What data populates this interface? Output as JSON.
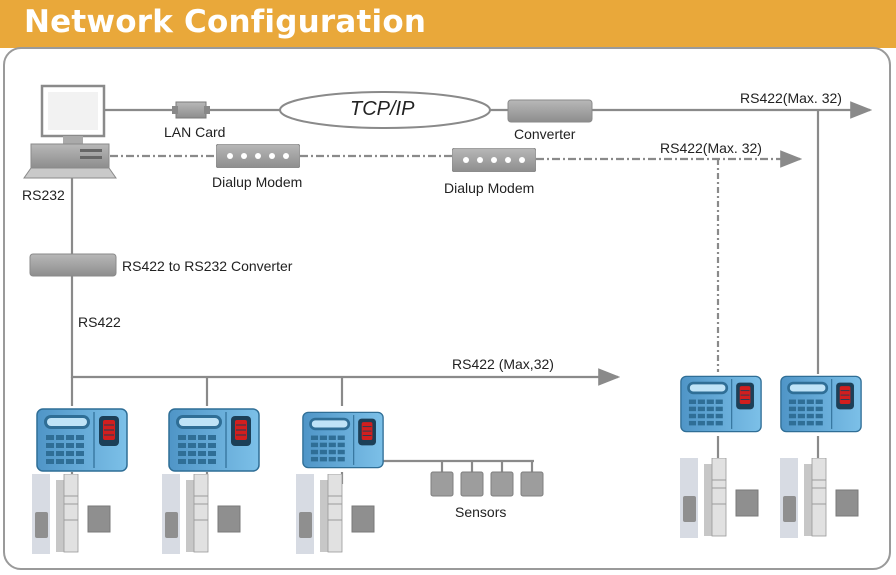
{
  "title": "Network Configuration",
  "labels": {
    "lan_card": "LAN Card",
    "tcp_ip": "TCP/IP",
    "converter": "Converter",
    "rs422_max_top": "RS422(Max. 32)",
    "rs422_max_mid": "RS422(Max. 32)",
    "dialup_modem_1": "Dialup Modem",
    "dialup_modem_2": "Dialup Modem",
    "rs232": "RS232",
    "rs422_to_rs232": "RS422 to RS232 Converter",
    "rs422": "RS422",
    "rs422_bus": "RS422 (Max,32)",
    "sensors": "Sensors"
  },
  "colors": {
    "header": "#e9a83a",
    "line": "#8a8a8a",
    "device": "#9a9a9a",
    "terminal_blue": "#5aa7d6",
    "terminal_dark": "#2f6e96",
    "scanner_red": "#d21e1e"
  }
}
